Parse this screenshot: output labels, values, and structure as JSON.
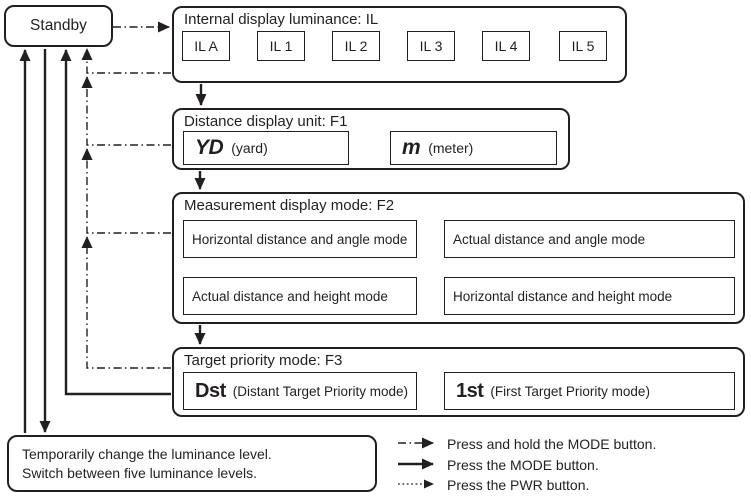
{
  "colors": {
    "ink": "#231f20",
    "background": "#ffffff"
  },
  "standby": {
    "label": "Standby"
  },
  "sections": {
    "il": {
      "title": "Internal display luminance: IL",
      "items": [
        "IL A",
        "IL 1",
        "IL 2",
        "IL 3",
        "IL 4",
        "IL 5"
      ]
    },
    "f1": {
      "title": "Distance display unit: F1",
      "yard_symbol": "YD",
      "yard_label": "(yard)",
      "meter_symbol": "m",
      "meter_label": "(meter)"
    },
    "f2": {
      "title": "Measurement display mode: F2",
      "modes": [
        "Horizontal distance and angle mode",
        "Actual distance and angle mode",
        "Actual distance and height mode",
        "Horizontal distance and height mode"
      ]
    },
    "f3": {
      "title": "Target priority mode: F3",
      "dst_symbol": "Dst",
      "dst_label": "(Distant Target Priority mode)",
      "first_symbol": "1st",
      "first_label": "(First Target Priority mode)"
    }
  },
  "note": {
    "line1": "Temporarily change the luminance level.",
    "line2": "Switch between five luminance levels."
  },
  "legend": {
    "items": [
      {
        "style": "dash-dot",
        "label": "Press and hold the MODE button."
      },
      {
        "style": "solid",
        "label": "Press the MODE button."
      },
      {
        "style": "dotted",
        "label": "Press the PWR button."
      }
    ]
  }
}
